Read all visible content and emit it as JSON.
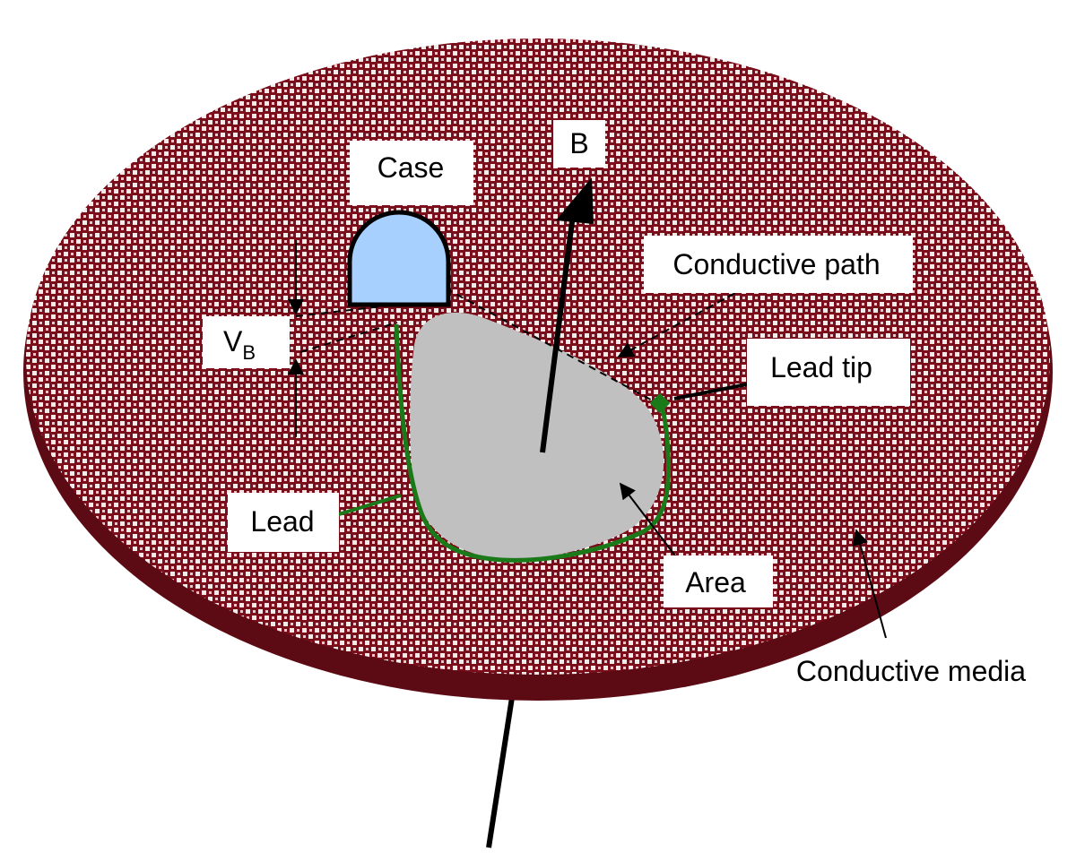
{
  "labels": {
    "b": "B",
    "case": "Case",
    "conductive_path": "Conductive path",
    "v_main": "V",
    "v_sub": "B",
    "lead_tip": "Lead tip",
    "lead": "Lead",
    "area": "Area",
    "conductive_media": "Conductive media"
  },
  "colors": {
    "media_base": "#7a0e1a",
    "media_side": "#5c0a14",
    "checker_light": "#f4eaea",
    "case_fill": "#a8d0ff",
    "area_fill": "#c0c0c0",
    "lead": "#1a7a1a"
  }
}
